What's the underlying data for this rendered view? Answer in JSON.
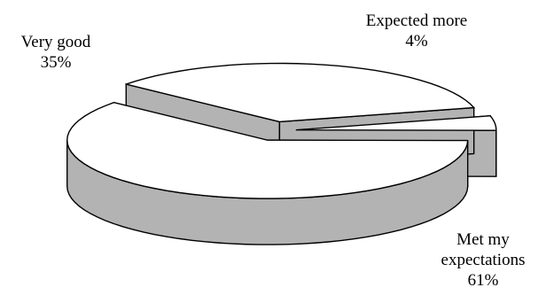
{
  "chart_data": {
    "type": "pie",
    "style": "3d-exploded",
    "categories": [
      "Very good",
      "Expected more",
      "Met my expectations"
    ],
    "values": [
      35,
      4,
      61
    ],
    "value_labels": [
      "35%",
      "4%",
      "61%"
    ],
    "legend": "none",
    "colors": {
      "top": "#ffffff",
      "side": "#b3b3b3",
      "stroke": "#000000"
    }
  }
}
